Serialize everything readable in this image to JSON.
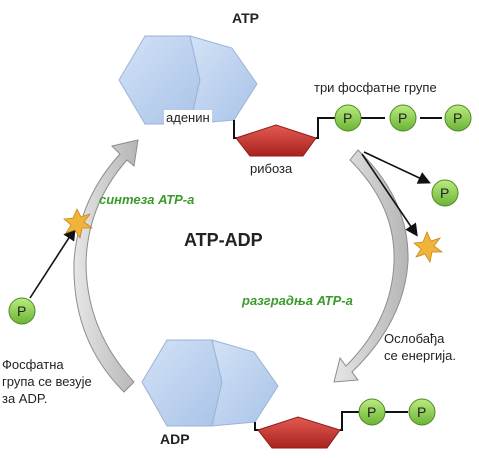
{
  "top": {
    "title": "ATP",
    "adenine_label": "аденин",
    "ribose_label": "рибоза",
    "phosphates_label": "три фосфатне групе",
    "phosphate_symbol": "P"
  },
  "center_label": "ATP-ADP",
  "synthesis_label": "синтеза АТР-а",
  "breakdown_label": "разградња АТР-а",
  "left_note": [
    "Фосфатна",
    "група се везује",
    "за ADP."
  ],
  "right_note": [
    "Ослобађа",
    "се енергија."
  ],
  "bottom": {
    "title": "ADP"
  },
  "colors": {
    "adenine_fill": "#b9cfee",
    "ribose_fill": "#c8322e",
    "phosphate_fill": "#8fd14f",
    "label_green": "#3a9a2a",
    "cycle_arrow": "#c8c8c8"
  },
  "icons": [
    "spark-icon",
    "spark-icon",
    "arrow-icon"
  ]
}
